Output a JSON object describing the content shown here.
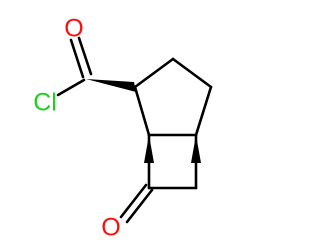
{
  "atoms": {
    "carbonyl_oxygen": {
      "symbol": "O",
      "color": "#ff0d0d"
    },
    "chlorine": {
      "symbol": "Cl",
      "color": "#1fd01f"
    },
    "ketone_oxygen": {
      "symbol": "O",
      "color": "#ff0d0d"
    }
  },
  "bond_color": "#000000"
}
